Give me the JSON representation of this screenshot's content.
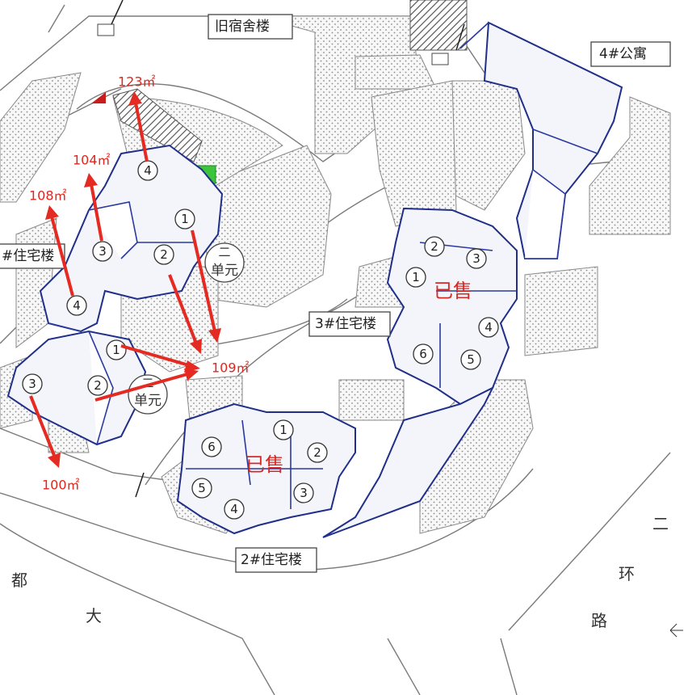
{
  "buildings": {
    "old_dormitory": "旧宿舍楼",
    "apartment_4": "4#公寓",
    "residential_1": "#住宅楼",
    "residential_2": "2#住宅楼",
    "residential_3": "3#住宅楼",
    "unit_label": "单元",
    "unit_prefix": "二"
  },
  "areas": {
    "a123": "123㎡",
    "a104": "104㎡",
    "a108": "108㎡",
    "a109": "109㎡",
    "a100": "100㎡"
  },
  "status": {
    "sold_3": "已售",
    "sold_2": "已售"
  },
  "units": {
    "b1_u4_top": "4",
    "b1_u1": "1",
    "b1_u2": "2",
    "b1_u3": "3",
    "b1_u4_mid": "4",
    "b1_s1": "1",
    "b1_s2": "2",
    "b1_s3": "3",
    "b3_u2": "2",
    "b3_u3": "3",
    "b3_u1": "1",
    "b3_u4": "4",
    "b3_u6": "6",
    "b3_u5": "5",
    "b2_u1": "1",
    "b2_u2": "2",
    "b2_u6": "6",
    "b2_u3": "3",
    "b2_u5": "5",
    "b2_u4": "4"
  },
  "streets": {
    "left_1": "都",
    "left_2": "大",
    "right_1": "二",
    "right_2": "环",
    "right_3": "路"
  },
  "colors": {
    "arrow": "#e52a22",
    "building_outline": "#1f2f8a",
    "green_marker": "#3cc43c",
    "red_triangle": "#c81d1d"
  }
}
